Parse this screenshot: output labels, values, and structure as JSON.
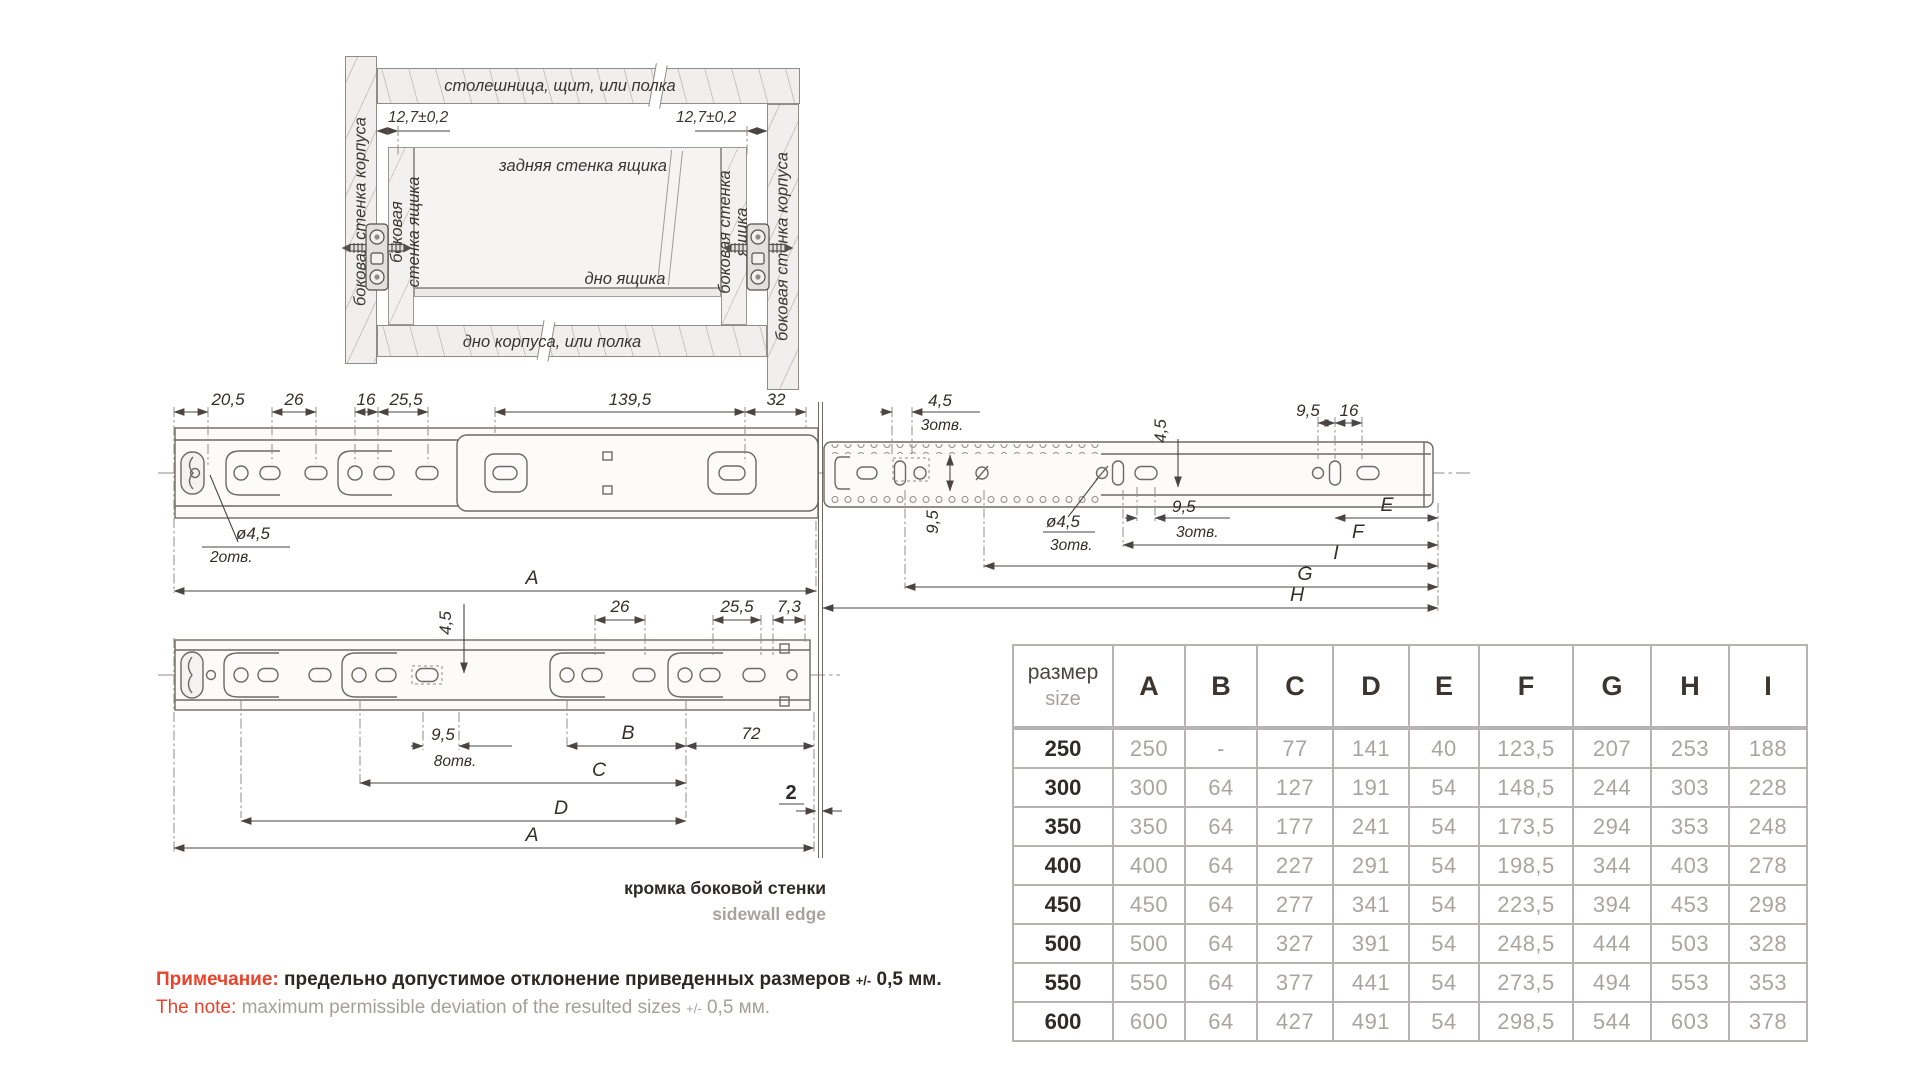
{
  "colors": {
    "accent_red": "#e8432c",
    "line_dark": "#4a4542",
    "line_mid": "#6e6963",
    "fill_light": "#f0efed",
    "text_dark": "#2b2723",
    "text_gray": "#a5a2a0",
    "table_border": "#b6b4b1"
  },
  "cabinet": {
    "top_panel": "столешница, щит, или полка",
    "bottom_panel": "дно корпуса, или полка",
    "cabinet_side": "боковая стенка корпуса",
    "drawer_side_line1": "боковая",
    "drawer_side_line2": "стенка ящика",
    "drawer_side_right_line1": "боковая стенка",
    "drawer_side_right_line2": "ящика",
    "back_wall": "задняя стенка ящика",
    "drawer_bottom": "дно ящика",
    "offset": "12,7±0,2"
  },
  "top_view": {
    "d205": "20,5",
    "d26": "26",
    "d16": "16",
    "d255": "25,5",
    "d1395": "139,5",
    "d32": "32",
    "d45top": "4,5",
    "holes3a": "3отв.",
    "d95vert": "9,5",
    "d45vert": "4,5",
    "d95r": "9,5",
    "d16r": "16",
    "dia45l": "ø4,5",
    "holes2": "2отв.",
    "dia45r": "ø4,5",
    "holes3b": "3отв.",
    "d95g": "9,5",
    "holes3c": "3отв.",
    "A": "A",
    "E": "E",
    "F": "F",
    "G": "G",
    "H": "H",
    "I": "I"
  },
  "bottom_view": {
    "d45": "4,5",
    "d26": "26",
    "d255": "25,5",
    "d73": "7,3",
    "d95": "9,5",
    "holes8": "8отв.",
    "B": "B",
    "d72": "72",
    "C": "C",
    "D": "D",
    "A": "A",
    "gap": "2",
    "edge_ru": "кромка боковой стенки",
    "edge_en": "sidewall edge"
  },
  "table": {
    "header_ru": "размер",
    "header_en": "size",
    "columns": [
      "A",
      "B",
      "C",
      "D",
      "E",
      "F",
      "G",
      "H",
      "I"
    ],
    "rows": [
      {
        "size": "250",
        "values": [
          "250",
          "-",
          "77",
          "141",
          "40",
          "123,5",
          "207",
          "253",
          "188"
        ]
      },
      {
        "size": "300",
        "values": [
          "300",
          "64",
          "127",
          "191",
          "54",
          "148,5",
          "244",
          "303",
          "228"
        ]
      },
      {
        "size": "350",
        "values": [
          "350",
          "64",
          "177",
          "241",
          "54",
          "173,5",
          "294",
          "353",
          "248"
        ]
      },
      {
        "size": "400",
        "values": [
          "400",
          "64",
          "227",
          "291",
          "54",
          "198,5",
          "344",
          "403",
          "278"
        ]
      },
      {
        "size": "450",
        "values": [
          "450",
          "64",
          "277",
          "341",
          "54",
          "223,5",
          "394",
          "453",
          "298"
        ]
      },
      {
        "size": "500",
        "values": [
          "500",
          "64",
          "327",
          "391",
          "54",
          "248,5",
          "444",
          "503",
          "328"
        ]
      },
      {
        "size": "550",
        "values": [
          "550",
          "64",
          "377",
          "441",
          "54",
          "273,5",
          "494",
          "553",
          "353"
        ]
      },
      {
        "size": "600",
        "values": [
          "600",
          "64",
          "427",
          "491",
          "54",
          "298,5",
          "544",
          "603",
          "378"
        ]
      }
    ]
  },
  "note": {
    "ru_label": "Примечание:",
    "ru_text": "предельно допустимое отклонение приведенных размеров",
    "tolerance": "+/-",
    "ru_value": "0,5 мм.",
    "en_label": "The note:",
    "en_text": "maximum permissible deviation of the resulted sizes",
    "en_value": "0,5 мм."
  }
}
